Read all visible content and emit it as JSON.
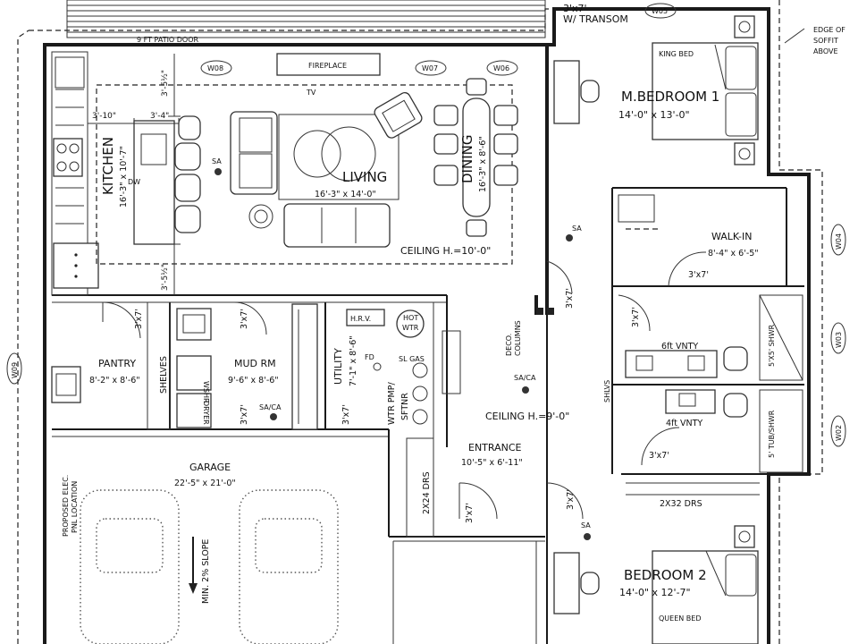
{
  "rooms": {
    "master": {
      "name": "M.BEDROOM 1",
      "size": "14'-0\" x 13'-0\"",
      "bed": "KING BED"
    },
    "bedroom2": {
      "name": "BEDROOM 2",
      "size": "14'-0\" x 12'-7\"",
      "bed": "QUEEN BED"
    },
    "living": {
      "name": "LIVING",
      "size": "16'-3\" x 14'-0\""
    },
    "dining": {
      "name": "DINING",
      "size": "16'-3\" x 8'-6\""
    },
    "kitchen": {
      "name": "KITCHEN",
      "size": "16'-3\" x 10'-7\""
    },
    "pantry": {
      "name": "PANTRY",
      "size": "8'-2\" x 8'-6\""
    },
    "mudroom": {
      "name": "MUD RM",
      "size": "9'-6\" x 8'-6\""
    },
    "utility": {
      "name": "UTILITY",
      "size": "7'-1\" x 8'-6\""
    },
    "garage": {
      "name": "GARAGE",
      "size": "22'-5\" x 21'-0\""
    },
    "entrance": {
      "name": "ENTRANCE",
      "size": "10'-5\" x 6'-11\""
    },
    "walkin": {
      "name": "WALK-IN",
      "size": "8'-4\" x 6'-5\""
    }
  },
  "labels": {
    "patio_door": "9 FT PATIO DOOR",
    "transom_1": "3'x7'",
    "transom_2": "W/ TRANSOM",
    "soffit_1": "EDGE OF",
    "soffit_2": "SOFFIT",
    "soffit_3": "ABOVE",
    "fireplace": "FIREPLACE",
    "tv": "TV",
    "ceiling_main": "CEILING H.=10'-0\"",
    "ceiling_entry": "CEILING H.=9'-0\"",
    "deco_1": "DECO.",
    "deco_2": "COLUMNS",
    "hrv": "H.R.V.",
    "hotwtr_1": "HOT",
    "hotwtr_2": "WTR",
    "sl_gas": "SL GAS",
    "fd": "FD",
    "wtr_pmp": "WTR PMP/",
    "sftnr": "SFTNR",
    "shelves": "SHELVES",
    "wshr": "WSHR",
    "dryer": "DRYER",
    "shlvs": "SHLVS",
    "vnty6": "6ft VNTY",
    "vnty4": "4ft VNTY",
    "shwr": "5'X5' SHWR",
    "tubshwr": "5' TUB/SHWR",
    "drs_2x24": "2X24 DRS",
    "drs_2x32": "2X32 DRS",
    "elec_1": "PROPOSED ELEC.",
    "elec_2": "PNL LOCATION",
    "slope": "MIN. 2% SLOPE",
    "dw": "DW"
  },
  "sa": [
    "SA",
    "SA",
    "SA",
    "SA/CA",
    "SA/CA"
  ],
  "doors": {
    "pantry": "3'x7'",
    "mudroom": "3'x7'",
    "mud_garage": "3'x7'",
    "utility": "3'x7'",
    "hall": "3'x7'",
    "bath": "3'x7'",
    "walkin": "3'x7'",
    "bath2": "3'x7'",
    "entry": "3'x7'",
    "bed2": "3'x7'"
  },
  "dims": {
    "d1": "3'-10\"",
    "d2": "3'-4\"",
    "v1": "3'-5½\"",
    "v2": "3'-5½\""
  },
  "windows": [
    "W08",
    "W07",
    "W06",
    "W05",
    "W04",
    "W03",
    "W02",
    "W09"
  ]
}
